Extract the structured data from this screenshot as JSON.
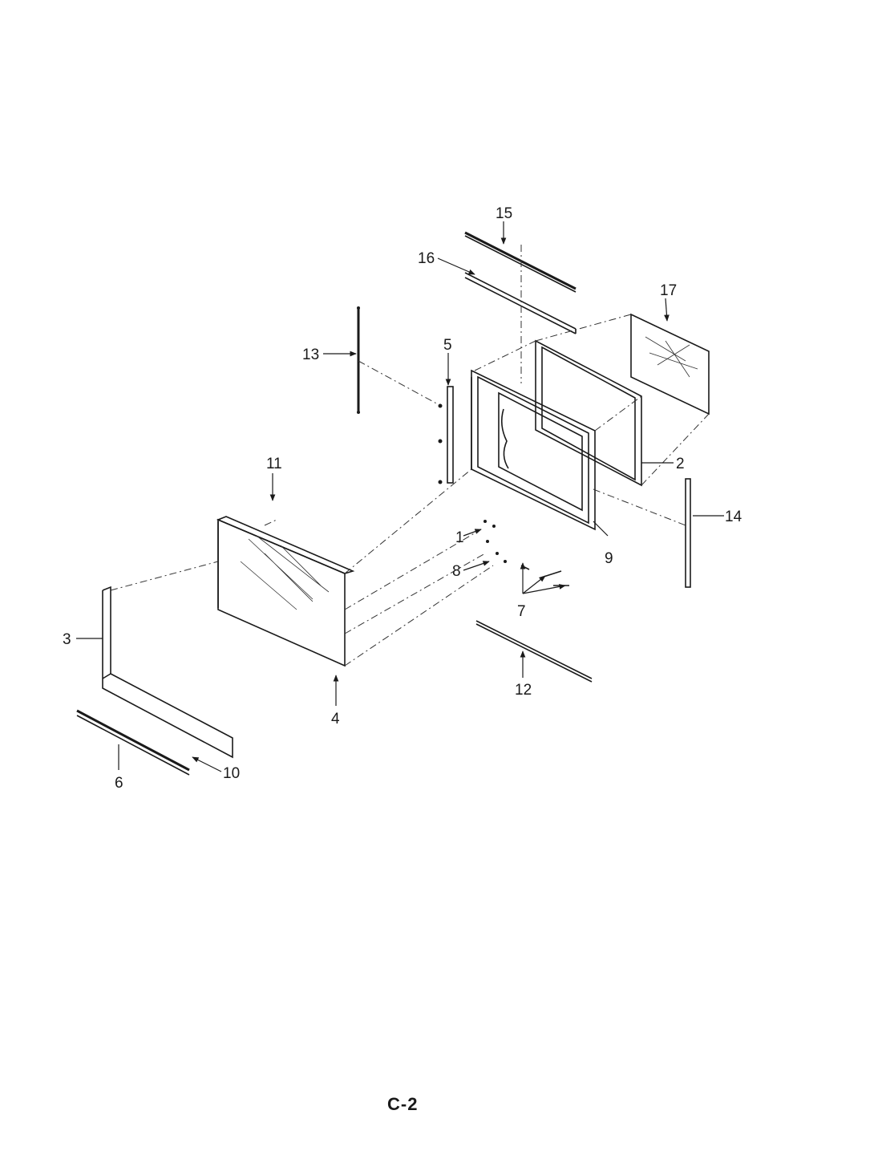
{
  "page_label": "C-2",
  "callouts": [
    "1",
    "2",
    "3",
    "4",
    "5",
    "6",
    "7",
    "8",
    "9",
    "10",
    "11",
    "12",
    "13",
    "14",
    "15",
    "16",
    "17"
  ]
}
